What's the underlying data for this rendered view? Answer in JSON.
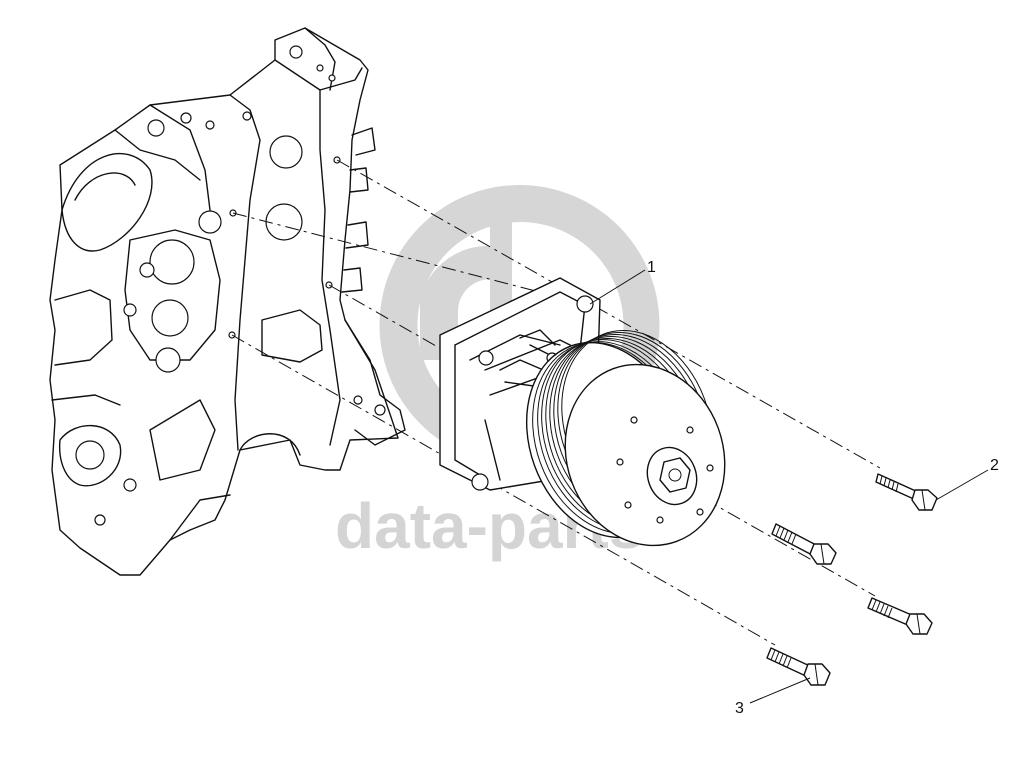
{
  "watermark": {
    "text": "data-parts"
  },
  "callouts": [
    {
      "label": "1"
    },
    {
      "label": "2"
    },
    {
      "label": "3"
    }
  ]
}
